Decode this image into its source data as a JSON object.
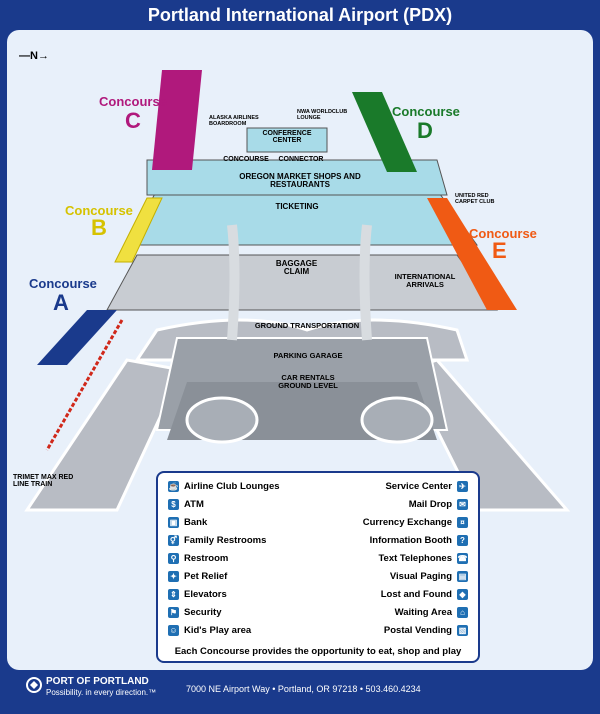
{
  "title": "Portland International Airport (PDX)",
  "north_label": "—N→",
  "concourses": {
    "A": {
      "word": "Concourse",
      "letter": "A",
      "color": "#1a3a8c"
    },
    "B": {
      "word": "Concourse",
      "letter": "B",
      "color": "#d6c200"
    },
    "C": {
      "word": "Concourse",
      "letter": "C",
      "color": "#b0197c"
    },
    "D": {
      "word": "Concourse",
      "letter": "D",
      "color": "#1a7a2a"
    },
    "E": {
      "word": "Concourse",
      "letter": "E",
      "color": "#f05a14"
    }
  },
  "labels": {
    "conference": "CONFERENCE CENTER",
    "concourse": "CONCOURSE",
    "connector": "CONNECTOR",
    "oregon_market": "OREGON MARKET SHOPS AND RESTAURANTS",
    "ticketing": "TICKETING",
    "baggage": "BAGGAGE CLAIM",
    "intl_arrivals": "INTERNATIONAL ARRIVALS",
    "ground_transport": "GROUND TRANSPORTATION",
    "parking": "PARKING GARAGE",
    "car_rentals": "CAR RENTALS GROUND LEVEL",
    "alaska": "ALASKA AIRLINES BOARDROOM",
    "nwa": "NWA WORLDCLUB LOUNGE",
    "united": "UNITED RED CARPET CLUB",
    "trimet": "TRIMET MAX RED LINE TRAIN"
  },
  "legend": {
    "left": [
      {
        "label": "Airline Club Lounges",
        "icon": "lounge-icon"
      },
      {
        "label": "ATM",
        "icon": "atm-icon"
      },
      {
        "label": "Bank",
        "icon": "bank-icon"
      },
      {
        "label": "Family Restrooms",
        "icon": "family-restroom-icon"
      },
      {
        "label": "Restroom",
        "icon": "restroom-icon"
      },
      {
        "label": "Pet Relief",
        "icon": "pet-relief-icon"
      },
      {
        "label": "Elevators",
        "icon": "elevator-icon"
      },
      {
        "label": "Security",
        "icon": "security-icon"
      },
      {
        "label": "Kid's Play area",
        "icon": "play-area-icon"
      }
    ],
    "right": [
      {
        "label": "Service Center",
        "icon": "service-center-icon"
      },
      {
        "label": "Mail Drop",
        "icon": "mail-drop-icon"
      },
      {
        "label": "Currency Exchange",
        "icon": "currency-exchange-icon"
      },
      {
        "label": "Information Booth",
        "icon": "information-icon"
      },
      {
        "label": "Text Telephones",
        "icon": "text-telephone-icon"
      },
      {
        "label": "Visual Paging",
        "icon": "visual-paging-icon"
      },
      {
        "label": "Lost and Found",
        "icon": "lost-found-icon"
      },
      {
        "label": "Waiting Area",
        "icon": "waiting-area-icon"
      },
      {
        "label": "Postal Vending",
        "icon": "postal-vending-icon"
      }
    ],
    "note": "Each Concourse provides the opportunity to eat, shop and play"
  },
  "footer": {
    "logo_name": "PORT OF PORTLAND",
    "logo_tagline": "Possibility. in every direction.™",
    "address": "7000 NE Airport Way • Portland, OR 97218 • 503.460.4234"
  }
}
